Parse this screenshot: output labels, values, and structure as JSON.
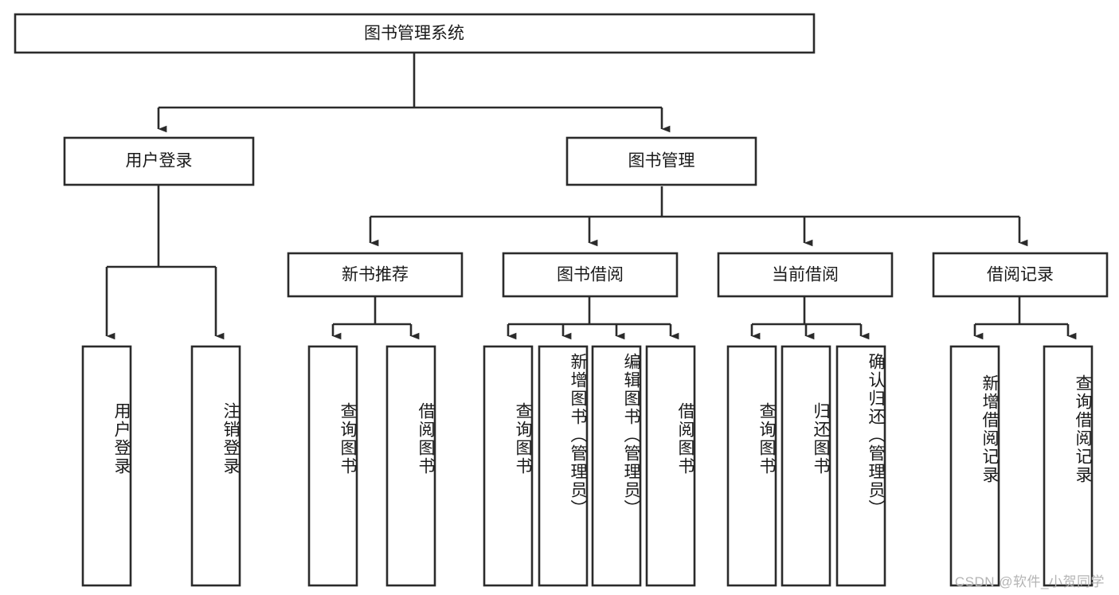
{
  "diagram": {
    "title": "图书管理系统",
    "type": "tree-hierarchy-diagram",
    "colors": {
      "stroke": "#2b2b2b",
      "fill": "#ffffff",
      "text": "#1a1a1a",
      "watermark": "#b4b4b4"
    },
    "root": {
      "label": "图书管理系统"
    },
    "level2": [
      {
        "label": "用户登录"
      },
      {
        "label": "图书管理"
      }
    ],
    "level3": [
      {
        "label": "新书推荐"
      },
      {
        "label": "图书借阅"
      },
      {
        "label": "当前借阅"
      },
      {
        "label": "借阅记录"
      }
    ],
    "leaves": {
      "user_login": [
        {
          "label": "用户登录"
        },
        {
          "label": "注销登录"
        }
      ],
      "new_book_recommend": [
        {
          "label": "查询图书"
        },
        {
          "label": "借阅图书"
        }
      ],
      "book_borrow": [
        {
          "label": "查询图书"
        },
        {
          "label": "新增图书（管理员）"
        },
        {
          "label": "编辑图书（管理员）"
        },
        {
          "label": "借阅图书"
        }
      ],
      "current_borrow": [
        {
          "label": "查询图书"
        },
        {
          "label": "归还图书"
        },
        {
          "label": "确认归还（管理员）"
        }
      ],
      "borrow_record": [
        {
          "label": "新增借阅记录"
        },
        {
          "label": "查询借阅记录"
        }
      ]
    }
  },
  "watermark": {
    "text": "CSDN @软件_小贺同学"
  }
}
